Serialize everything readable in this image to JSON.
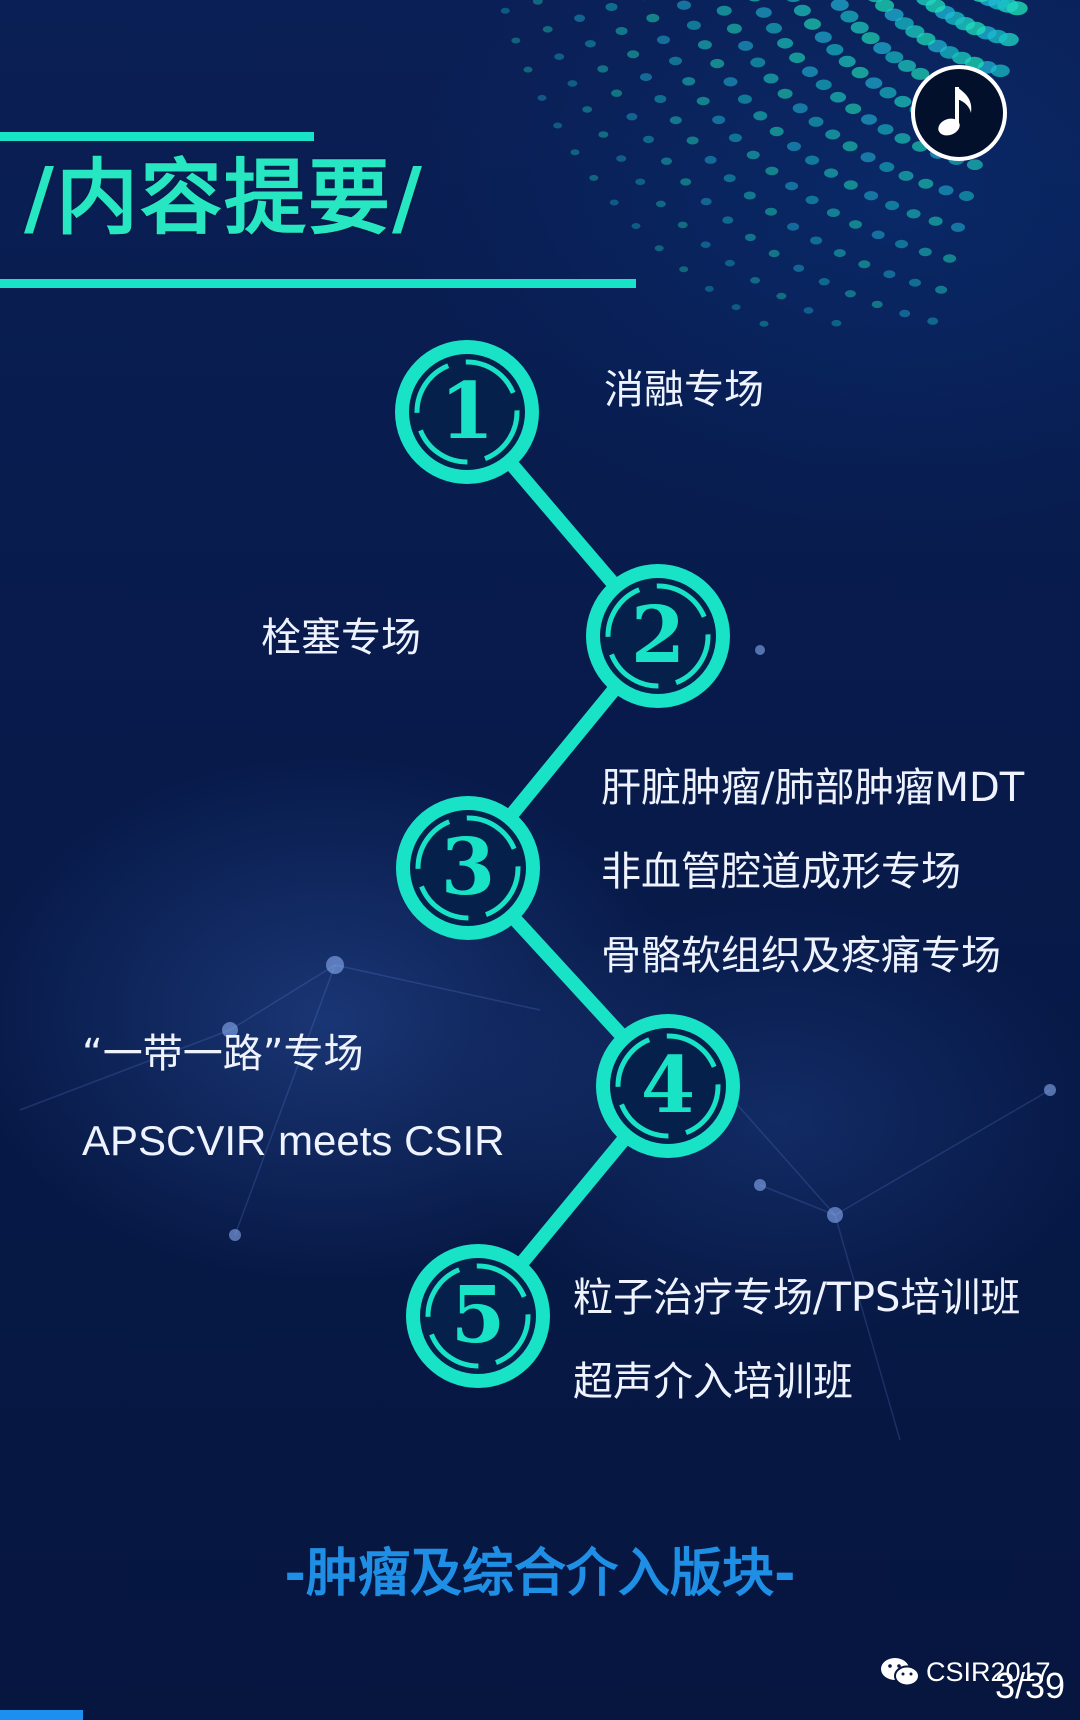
{
  "header": {
    "title": "/内容提要/",
    "music_icon": "music-note-icon"
  },
  "timeline": {
    "accent_color": "#19e3c6",
    "nodes": [
      {
        "number": "1"
      },
      {
        "number": "2"
      },
      {
        "number": "3"
      },
      {
        "number": "4"
      },
      {
        "number": "5"
      }
    ],
    "items": [
      {
        "lines": [
          "消融专场"
        ]
      },
      {
        "lines": [
          "栓塞专场"
        ]
      },
      {
        "lines": [
          "肝脏肿瘤/肺部肿瘤MDT",
          "非血管腔道成形专场",
          "骨骼软组织及疼痛专场"
        ]
      },
      {
        "lines": [
          "“一带一路”专场",
          "APSCVIR meets CSIR"
        ]
      },
      {
        "lines": [
          "粒子治疗专场/TPS培训班",
          "超声介入培训班"
        ]
      }
    ]
  },
  "footer": {
    "section_label": "-肿瘤及综合介入版块-",
    "account_name": "CSIR2017",
    "account_icon": "wechat-icon",
    "page_indicator": "3/39",
    "progress": 0.077
  }
}
